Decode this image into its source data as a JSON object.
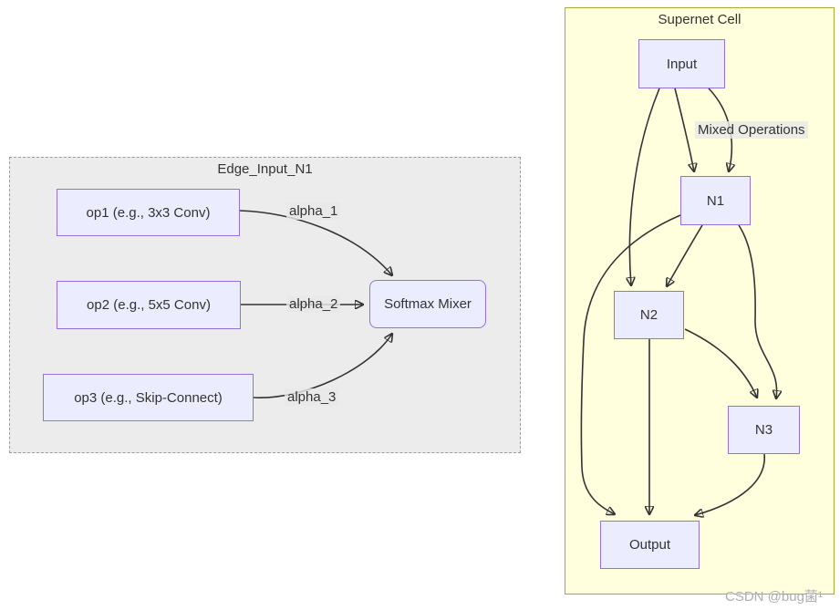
{
  "diagram": {
    "type": "flowchart",
    "left_cluster": {
      "title": "Edge_Input_N1",
      "nodes": {
        "op1": "op1 (e.g., 3x3 Conv)",
        "op2": "op2 (e.g., 5x5 Conv)",
        "op3": "op3 (e.g., Skip-Connect)",
        "mixer": "Softmax Mixer"
      },
      "edges": [
        {
          "from": "op1",
          "to": "mixer",
          "label": "alpha_1"
        },
        {
          "from": "op2",
          "to": "mixer",
          "label": "alpha_2"
        },
        {
          "from": "op3",
          "to": "mixer",
          "label": "alpha_3"
        }
      ]
    },
    "right_cluster": {
      "title": "Supernet Cell",
      "nodes": {
        "input": "Input",
        "n1": "N1",
        "n2": "N2",
        "n3": "N3",
        "output": "Output"
      },
      "edges": [
        {
          "from": "input",
          "to": "n1",
          "label": ""
        },
        {
          "from": "input",
          "to": "n1",
          "label": "Mixed Operations"
        },
        {
          "from": "input",
          "to": "n2",
          "label": ""
        },
        {
          "from": "n1",
          "to": "n2",
          "label": ""
        },
        {
          "from": "n1",
          "to": "n3",
          "label": ""
        },
        {
          "from": "n1",
          "to": "output",
          "label": ""
        },
        {
          "from": "n2",
          "to": "n3",
          "label": ""
        },
        {
          "from": "n2",
          "to": "output",
          "label": ""
        },
        {
          "from": "n3",
          "to": "output",
          "label": ""
        }
      ]
    },
    "colors": {
      "node_fill": "#ECECFF",
      "node_border": "#9370DB",
      "left_cluster_fill": "#ECECEC",
      "left_cluster_border": "#9B9B9B",
      "right_cluster_fill": "#FFFFDE",
      "right_cluster_border": "#AAAA33",
      "edge_stroke": "#333333",
      "edge_label_bg": "#E8E8E8",
      "text": "#333333"
    }
  },
  "watermark": {
    "text": "CSDN @bug菌¹"
  }
}
